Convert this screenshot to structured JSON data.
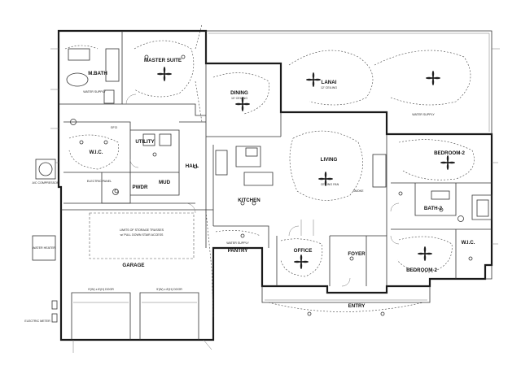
{
  "rooms": {
    "master_suite": "MASTER SUITE",
    "m_bath": "M.BATH",
    "dining": "DINING",
    "lanai": "LANAI",
    "living": "LIVING",
    "kitchen": "KITCHEN",
    "wic_main": "W.I.C.",
    "utility": "UTILITY",
    "hall": "HALL",
    "pwdr": "PWDR",
    "mud": "MUD",
    "garage": "GARAGE",
    "pantry": "PANTRY",
    "office": "OFFICE",
    "foyer": "FOYER",
    "entry": "ENTRY",
    "bedroom_2_upper": "BEDROOM-2",
    "bedroom_2_lower": "BEDROOM-2",
    "bath_2": "BATH-2",
    "wic_right": "W.I.C."
  },
  "notes": {
    "attic_storage": "LIMITS OF STORAGE TRUSSES",
    "attic_stair": "w/ PULL DOWN STAIR ACCESS",
    "garage_door_left": "9'(W) x 8'(H) DOOR",
    "garage_door_right": "9'(W) x 8'(H) DOOR",
    "ac_compressor": "A/C COMPRESSOR",
    "electric_panel": "ELECTRIC PANEL",
    "electric_meter": "ELECTRIC METER",
    "water_heater": "WATER HEATER",
    "water_supply_master": "WATER SUPPLY",
    "water_supply_pantry": "WATER SUPPLY",
    "water_supply_bedroom": "WATER SUPPLY",
    "gfci": "GFCI",
    "ceiling_fan": "CEILING FAN",
    "ceiling_12": "12' CEILING",
    "ceiling_10": "10' CEILING",
    "smoke": "SMOKE"
  }
}
